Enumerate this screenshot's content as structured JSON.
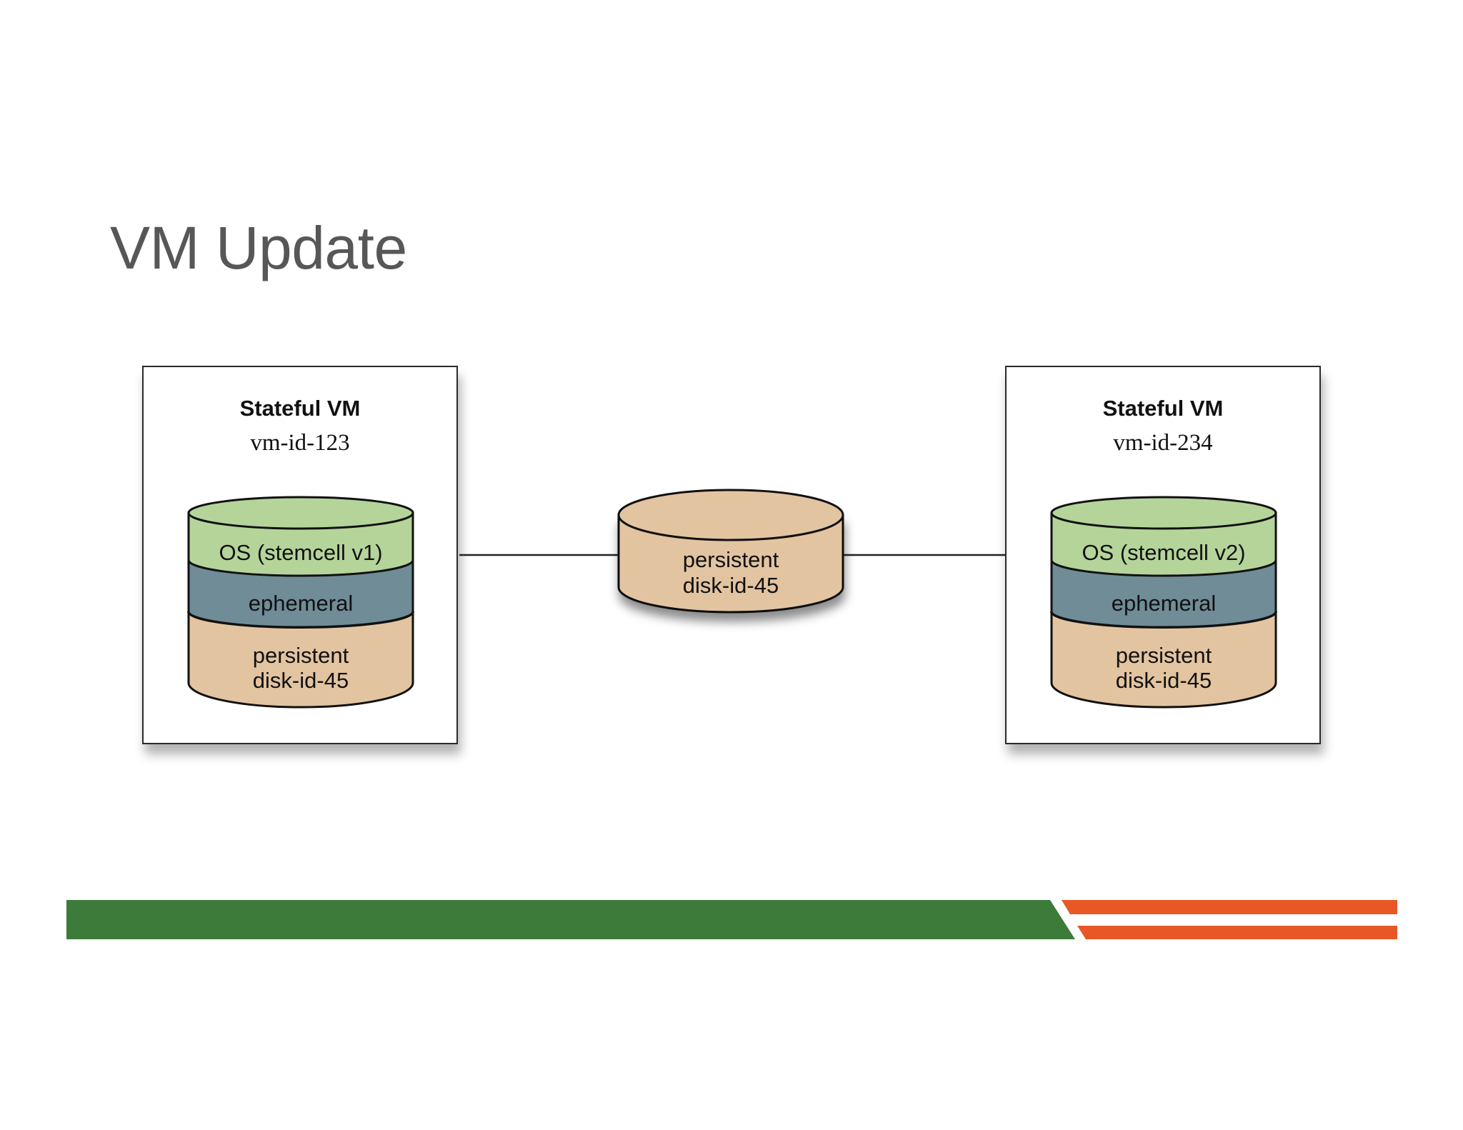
{
  "slide": {
    "title": "VM Update"
  },
  "vm_left": {
    "heading": "Stateful VM",
    "id": "vm-id-123",
    "layers": {
      "os": "OS (stemcell v1)",
      "ephemeral": "ephemeral",
      "persistent_line1": "persistent",
      "persistent_line2": "disk-id-45"
    }
  },
  "vm_right": {
    "heading": "Stateful VM",
    "id": "vm-id-234",
    "layers": {
      "os": "OS (stemcell v2)",
      "ephemeral": "ephemeral",
      "persistent_line1": "persistent",
      "persistent_line2": "disk-id-45"
    }
  },
  "middle_disk": {
    "line1": "persistent",
    "line2": "disk-id-45"
  },
  "colors": {
    "os_layer": "#b5d49a",
    "ephemeral_layer": "#6f8c97",
    "persistent_layer": "#e3c4a1",
    "title_text": "#575757",
    "footer_green": "#3c7b3a",
    "footer_orange": "#e85827"
  }
}
